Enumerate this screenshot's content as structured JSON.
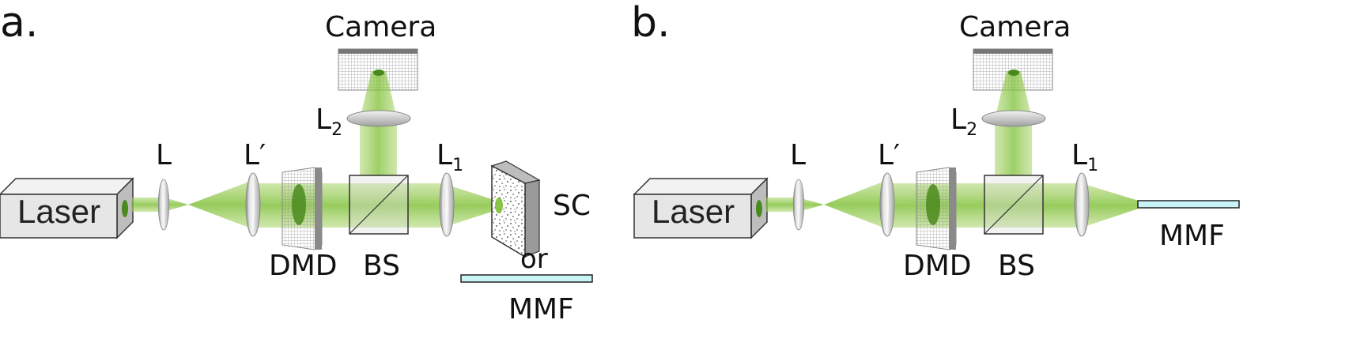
{
  "panels": [
    {
      "panel_label": "a.",
      "labels": {
        "laser": "Laser",
        "l": "L",
        "l_prime": "L′",
        "dmd": "DMD",
        "bs": "BS",
        "camera": "Camera",
        "l1": "L",
        "l1_sub": "1",
        "l2": "L",
        "l2_sub": "2",
        "sc": "SC",
        "or": "or",
        "mmf": "MMF"
      }
    },
    {
      "panel_label": "b.",
      "labels": {
        "laser": "Laser",
        "l": "L",
        "l_prime": "L′",
        "dmd": "DMD",
        "bs": "BS",
        "camera": "Camera",
        "l1": "L",
        "l1_sub": "1",
        "l2": "L",
        "l2_sub": "2",
        "mmf": "MMF"
      }
    }
  ],
  "colors": {
    "beam": "#8cc63f",
    "beam_dark": "#4a8a1c",
    "fiber": "#c8f4f8",
    "lens": "#d8d8d8",
    "laser_body": "#e4e4e4"
  }
}
